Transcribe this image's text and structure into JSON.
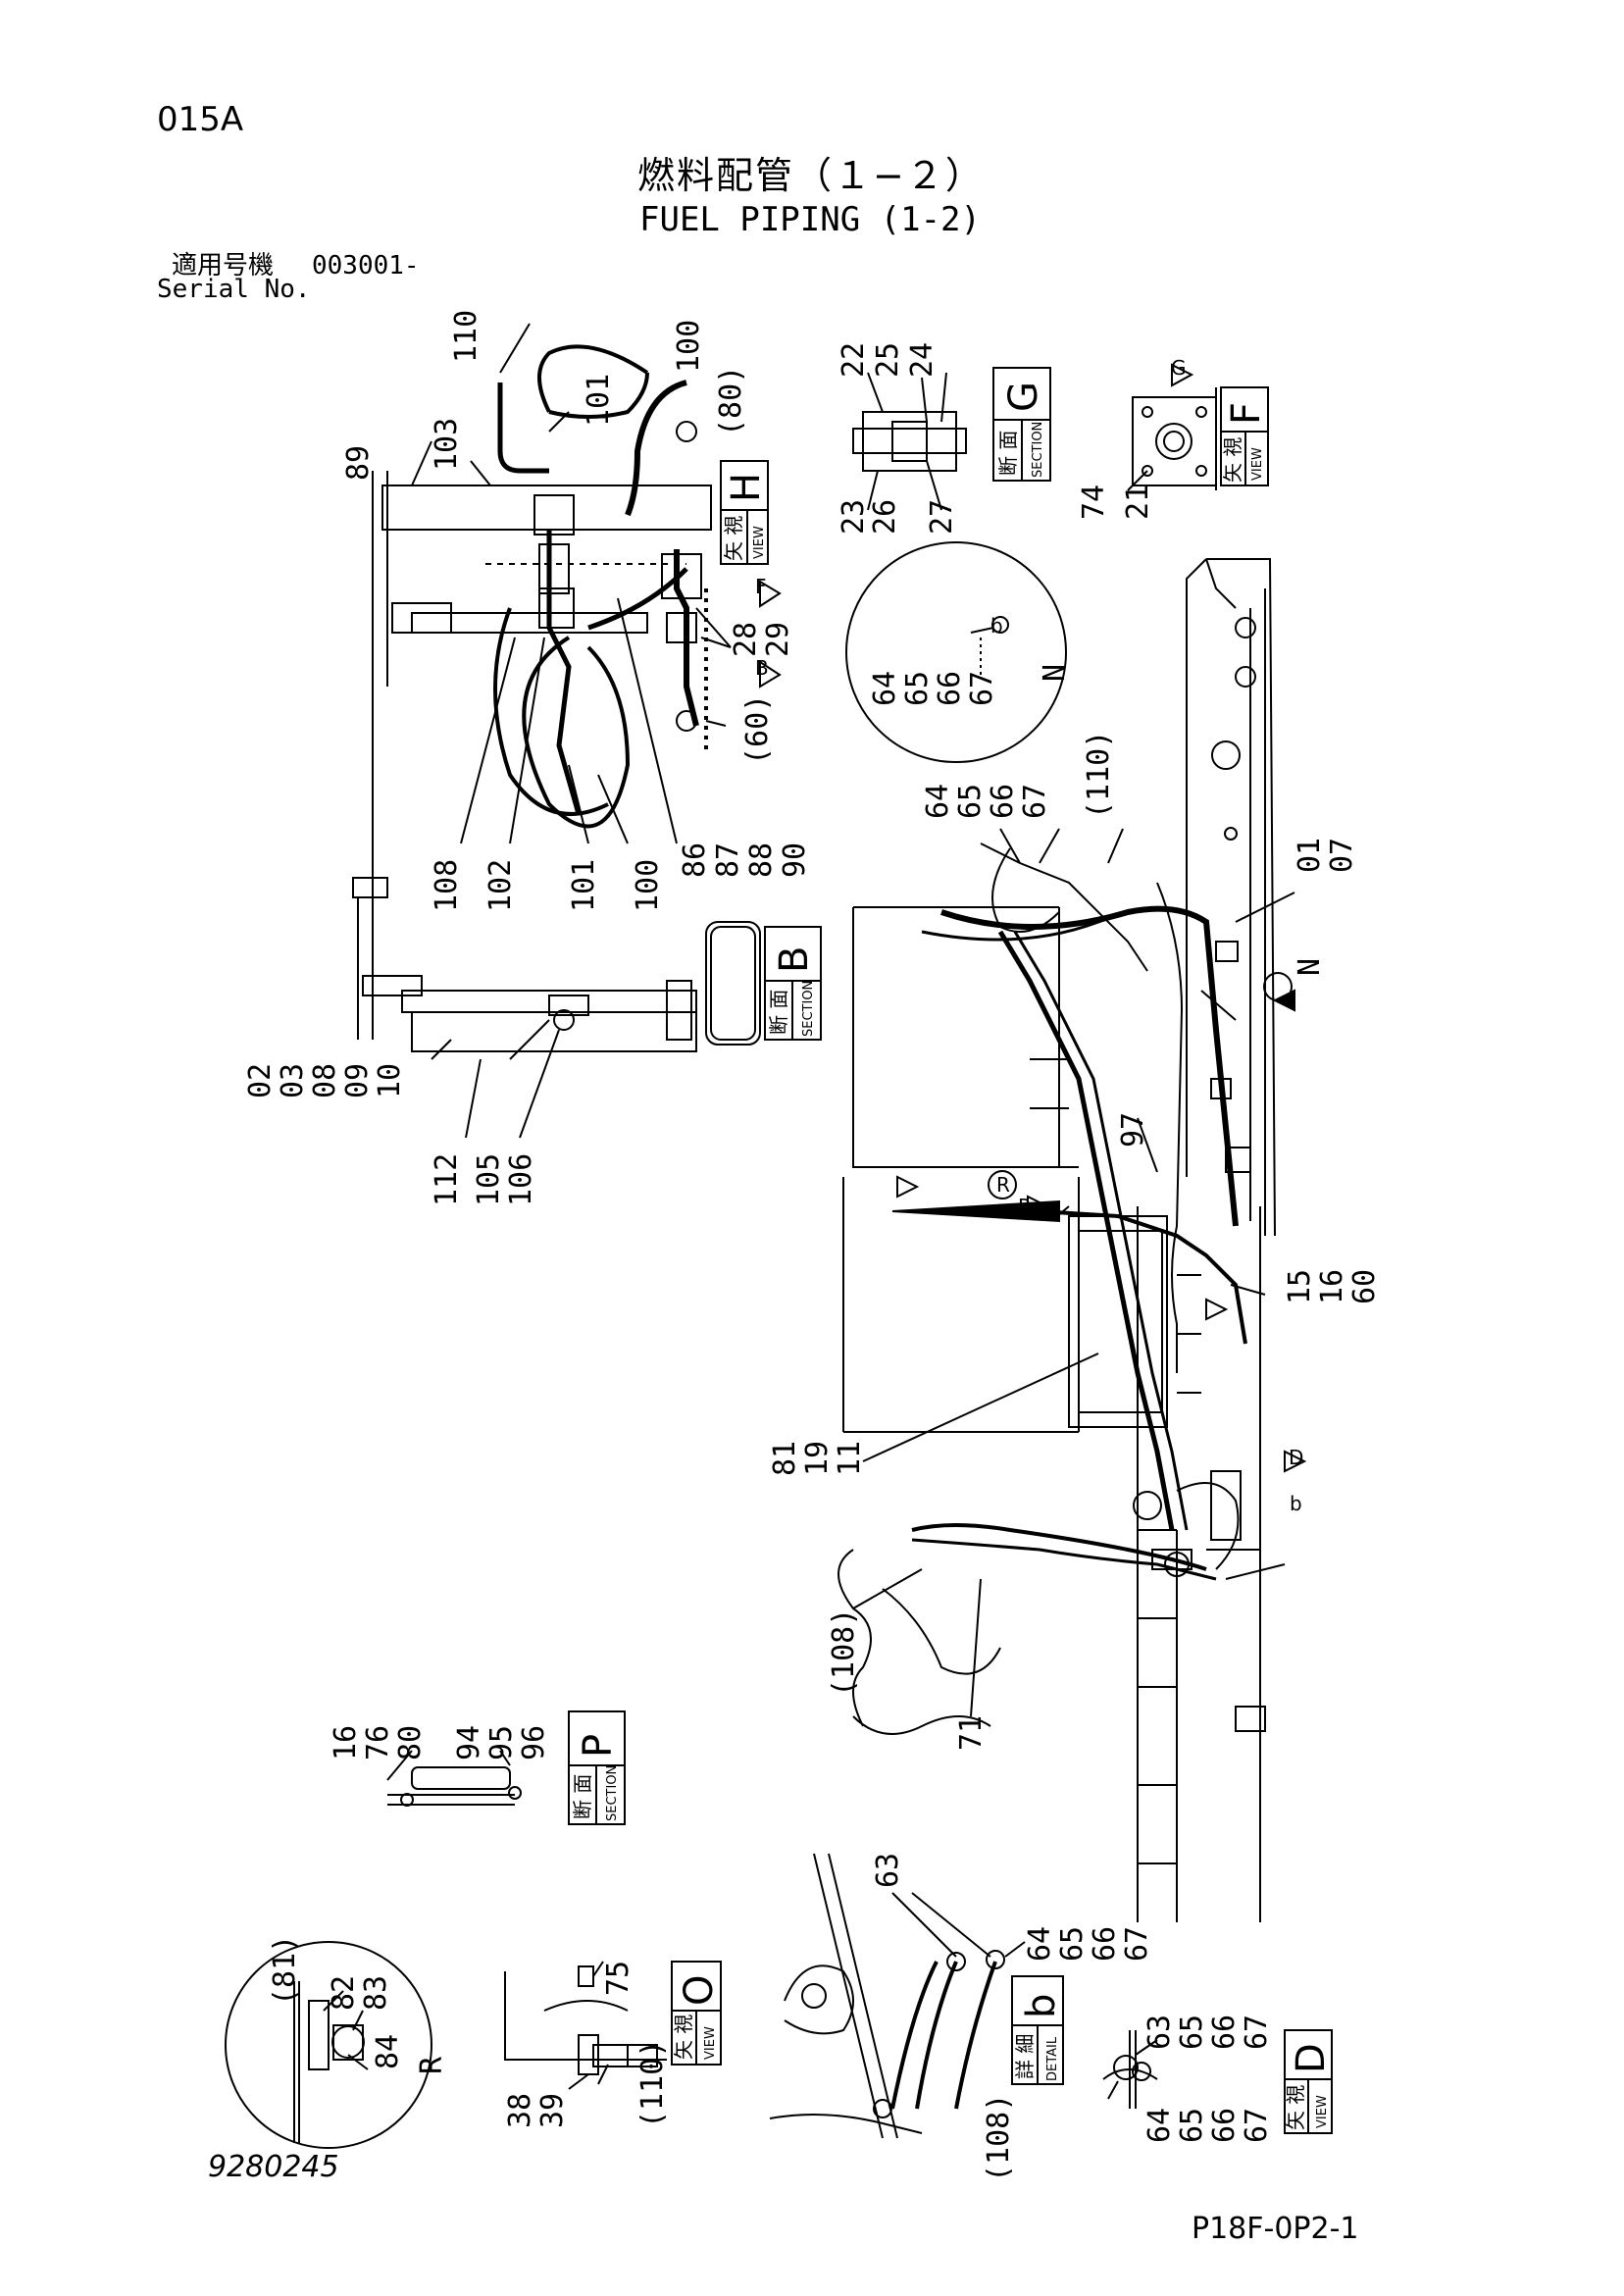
{
  "header": {
    "page_id": "015A",
    "title_jp": "燃料配管（１−２）",
    "title_en": "FUEL PIPING (1-2)",
    "serial_jp": "適用号機",
    "serial_value": "003001-",
    "serial_en": "Serial No."
  },
  "footer": {
    "drawing_number": "9280245",
    "sheet_code": "P18F-0P2-1"
  },
  "view_tags": {
    "H": {
      "kanji": "矢 視",
      "sub": "VIEW",
      "letter": "H"
    },
    "G": {
      "kanji": "断 面",
      "sub": "SECTION",
      "letter": "G"
    },
    "F": {
      "kanji": "矢 視",
      "sub": "VIEW",
      "letter": "F"
    },
    "B": {
      "kanji": "断 面",
      "sub": "SECTION",
      "letter": "B"
    },
    "P": {
      "kanji": "断 面",
      "sub": "SECTION",
      "letter": "P"
    },
    "O": {
      "kanji": "矢 視",
      "sub": "VIEW",
      "letter": "O"
    },
    "b": {
      "kanji": "詳 細",
      "sub": "DETAIL",
      "letter": "b"
    },
    "D": {
      "kanji": "矢 視",
      "sub": "VIEW",
      "letter": "D"
    }
  },
  "markers": {
    "north": "N",
    "r_circle": "R",
    "r_label": "R",
    "flag_f": "F",
    "flag_b": "B",
    "flag_g": "G",
    "flag_p": "P",
    "flag_d": "D",
    "flag_h": "H",
    "flag_o": "O",
    "detail_b": "b"
  },
  "callouts": {
    "view_h": [
      "110",
      "101",
      "100",
      "(80)",
      "103",
      "89",
      "28",
      "29",
      "(60)",
      "108",
      "102",
      "101",
      "100",
      "86",
      "87",
      "88",
      "90"
    ],
    "section_g": [
      "22",
      "25",
      "24",
      "23",
      "26",
      "27"
    ],
    "view_f": [
      "74",
      "21"
    ],
    "circle_n": [
      "64",
      "65",
      "66",
      "67",
      "N"
    ],
    "main": [
      "64",
      "65",
      "66",
      "67",
      "(110)",
      "01",
      "07",
      "97",
      "15",
      "16",
      "60",
      "81",
      "19",
      "11",
      "(108)",
      "71"
    ],
    "section_b": [
      "02",
      "03",
      "08",
      "09",
      "10",
      "112",
      "105",
      "106"
    ],
    "section_p": [
      "16",
      "76",
      "80",
      "94",
      "95",
      "96"
    ],
    "circle_r": [
      "(81)",
      "82",
      "83",
      "84",
      "R"
    ],
    "view_o": [
      "75",
      "38",
      "39",
      "(110)"
    ],
    "detail_b": [
      "63",
      "64",
      "65",
      "66",
      "67",
      "(108)"
    ],
    "view_d": [
      "63",
      "65",
      "66",
      "67",
      "64",
      "65",
      "66",
      "67"
    ]
  }
}
